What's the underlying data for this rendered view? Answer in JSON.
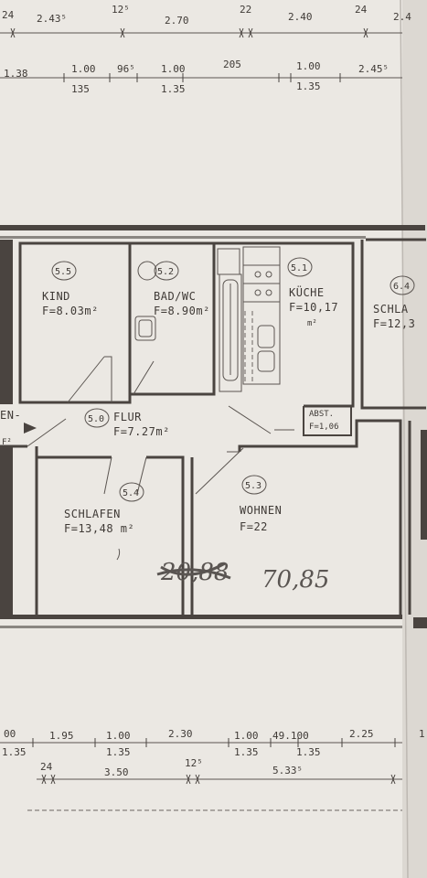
{
  "rooms": {
    "kind": {
      "number": "5.5",
      "name": "KIND",
      "area": "F=8.03m²"
    },
    "bad": {
      "number": "5.2",
      "name": "BAD/WC",
      "area": "F=8.90m²"
    },
    "kueche": {
      "number": "5.1",
      "name": "KÜCHE",
      "area": "F=10,17",
      "unit": "m²"
    },
    "schla_r": {
      "number": "6.4",
      "name": "SCHLA",
      "area": "F=12,3"
    },
    "flur": {
      "number": "5.0",
      "name": "FLUR",
      "area": "F=7.27m²"
    },
    "abst": {
      "name": "ABST.",
      "area": "F=1,06"
    },
    "schlafen": {
      "number": "5.4",
      "name": "SCHLAFEN",
      "area": "F=13,48 m²"
    },
    "wohnen": {
      "number": "5.3",
      "name": "WOHNEN",
      "area": "F=22"
    },
    "eingang": {
      "name": "EN-",
      "area": "F²"
    }
  },
  "handwritten": {
    "crossed": "20,88",
    "value": "70,85"
  },
  "top_dims": {
    "row1": [
      "24",
      "2.43⁵",
      "12⁵",
      "2.70",
      "22",
      "2.40",
      "24",
      "2.4"
    ],
    "row2": [
      "1.38",
      "1.00",
      "135",
      "96⁵",
      "1.00",
      "1.35",
      "205",
      "1.00",
      "1.35",
      "2.45⁵"
    ]
  },
  "bottom_dims": {
    "row1": [
      "00",
      "1.35",
      "1.95",
      "1.00",
      "1.35",
      "2.30",
      "1.00",
      "1.35",
      "49.100",
      "1.35",
      "2.25",
      "1"
    ],
    "row2": [
      "24",
      "3.50",
      "12⁵",
      "5.33⁵"
    ]
  }
}
